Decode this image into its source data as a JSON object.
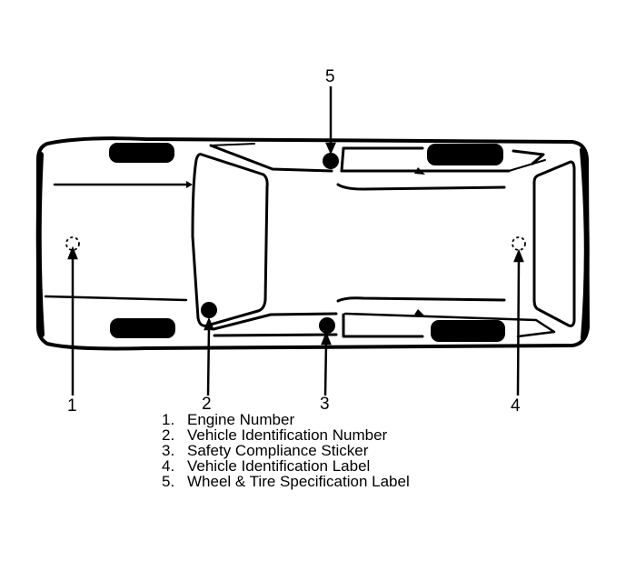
{
  "diagram": {
    "subject": "Vehicle top view - label locations",
    "colors": {
      "line": "#000000",
      "background": "#ffffff"
    },
    "callouts": [
      {
        "id": "1",
        "label": "1"
      },
      {
        "id": "2",
        "label": "2"
      },
      {
        "id": "3",
        "label": "3"
      },
      {
        "id": "4",
        "label": "4"
      },
      {
        "id": "5",
        "label": "5"
      }
    ]
  },
  "legend": {
    "items": [
      {
        "num": "1.",
        "text": "Engine Number"
      },
      {
        "num": "2.",
        "text": "Vehicle Identification Number"
      },
      {
        "num": "3.",
        "text": "Safety Compliance Sticker"
      },
      {
        "num": "4.",
        "text": "Vehicle Identification Label"
      },
      {
        "num": "5.",
        "text": "Wheel & Tire Specification Label"
      }
    ]
  }
}
